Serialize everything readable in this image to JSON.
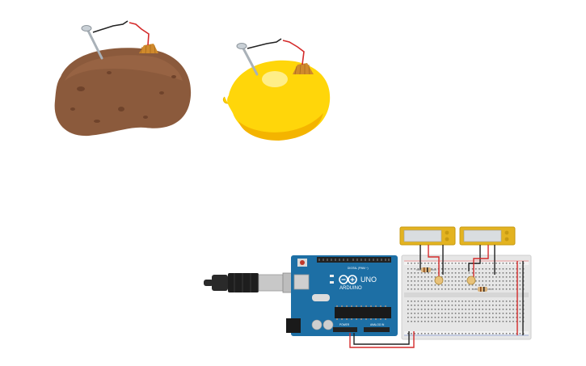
{
  "canvas": {
    "background": "#ffffff"
  },
  "colors": {
    "potato_skin": "#8b5a3c",
    "potato_dark": "#6f432b",
    "lemon_skin": "#ffd60a",
    "lemon_highlight": "#fff4a8",
    "copper_electrode": "#d08a2c",
    "zinc_nail": "#a9b1b8",
    "wire_red": "#d42a2a",
    "wire_black": "#222222",
    "arduino_board": "#1d6fa5",
    "breadboard": "#e6e6e6",
    "display_module": "#e3b320",
    "usb_cable": "#2a2a2a"
  },
  "components": {
    "potato": {
      "icon": "potato-battery-icon"
    },
    "lemon": {
      "icon": "lemon-battery-icon"
    },
    "usb_cable": {
      "icon": "usb-cable-icon"
    },
    "arduino": {
      "icon": "arduino-uno-icon",
      "brand": "ARDUINO",
      "model": "UNO",
      "header_top_label": "DIGITAL (PWM ~)",
      "power_label": "POWER",
      "analog_label": "ANALOG IN"
    },
    "breadboard": {
      "icon": "breadboard-icon"
    },
    "display_left": {
      "icon": "lcd-module-icon"
    },
    "display_right": {
      "icon": "lcd-module-icon"
    }
  }
}
